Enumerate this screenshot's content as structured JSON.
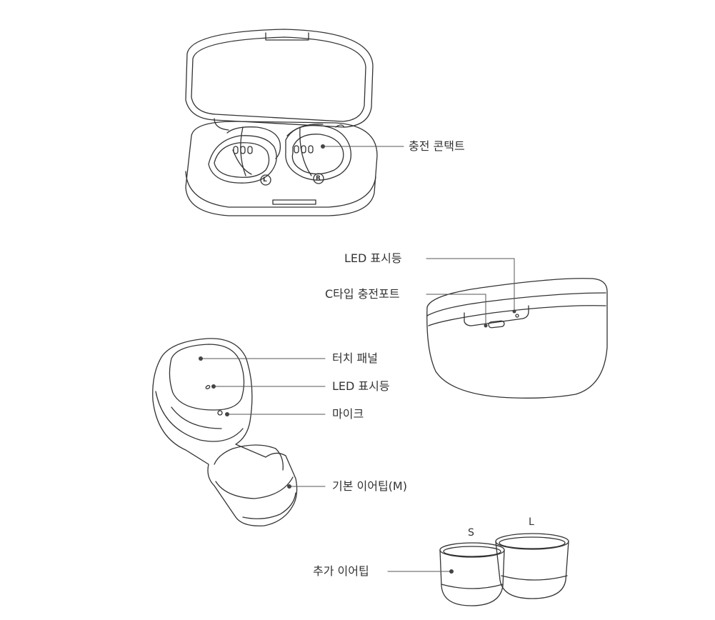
{
  "labels": {
    "charging_contacts": "충전 콘택트",
    "case_led": "LED 표시등",
    "usb_c_port": "C타입 충전포트",
    "touch_panel": "터치 패널",
    "earbud_led": "LED 표시등",
    "mic": "마이크",
    "default_eartip": "기본 이어팁(M)",
    "extra_eartips": "추가 이어팁",
    "size_s": "S",
    "size_l": "L",
    "left_mark": "L",
    "right_mark": "R"
  },
  "colors": {
    "line": "#333333",
    "leader": "#555555",
    "dot": "#444444",
    "label": "#333333"
  }
}
